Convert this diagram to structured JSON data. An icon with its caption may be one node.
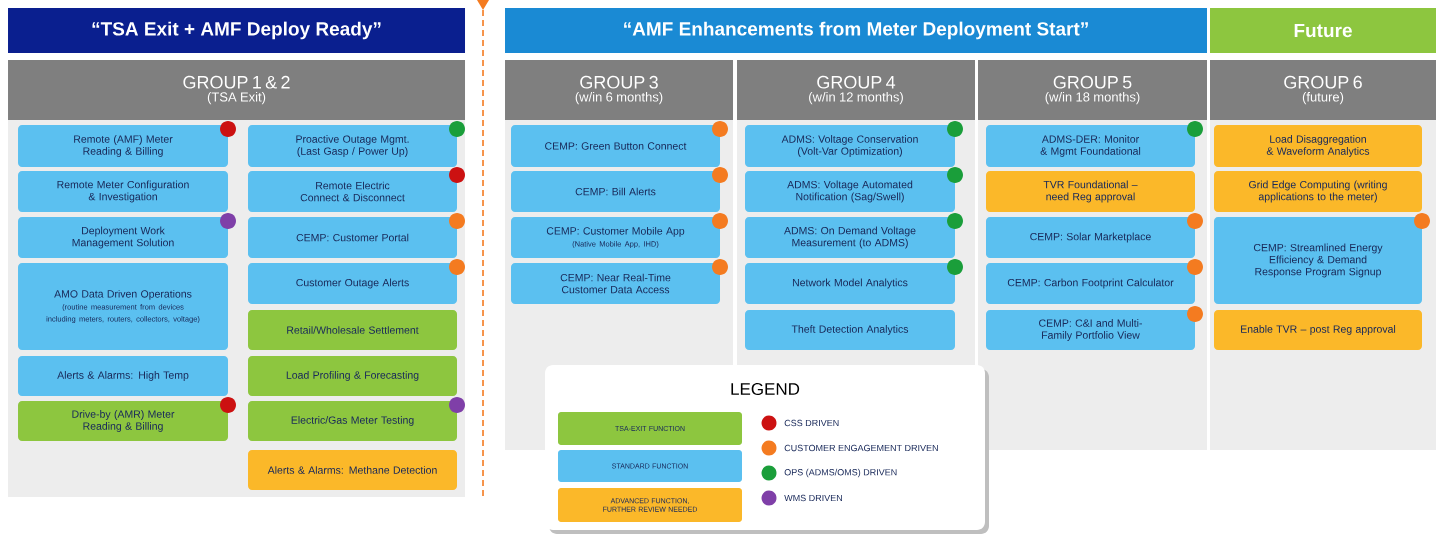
{
  "diagram": {
    "nodes": [
      {
        "text": [
          "“TSA Exit + AMF Deploy Ready”"
        ]
      },
      {
        "text": [
          "“AMF Enhancements from Meter Deployment Start”"
        ]
      },
      {
        "text": [
          "Future"
        ]
      },
      {
        "text": [
          "GROUP 1 & 2",
          "(TSA Exit)"
        ]
      },
      {
        "text": [
          "Remote (AMF) Meter Reading & Billing"
        ],
        "in": 3
      },
      {
        "text": [
          "Remote Meter Configuration & Investigation"
        ],
        "in": 3
      },
      {
        "text": [
          "Deployment Work Management Solution"
        ],
        "in": 3
      },
      {
        "text": [
          "AMO Data Driven Operations",
          "(routine measurement from devices including meters, routers, collectors, voltage)"
        ],
        "in": 3
      },
      {
        "text": [
          "Alerts & Alarms: High Temp"
        ],
        "in": 3
      },
      {
        "text": [
          "Drive-by (AMR) Meter Reading & Billing"
        ],
        "in": 3
      },
      {
        "text": [
          "Proactive Outage Mgmt. (Last Gasp / Power Up)"
        ],
        "in": 3
      },
      {
        "text": [
          "Remote Electric Connect & Disconnect"
        ],
        "in": 3
      },
      {
        "text": [
          "CEMP: Customer Portal"
        ],
        "in": 3
      },
      {
        "text": [
          "Customer Outage Alerts"
        ],
        "in": 3
      },
      {
        "text": [
          "Retail/Wholesale Settlement"
        ],
        "in": 3
      },
      {
        "text": [
          "Load Profiling & Forecasting"
        ],
        "in": 3
      },
      {
        "text": [
          "Electric/Gas Meter Testing"
        ],
        "in": 3
      },
      {
        "text": [
          "Alerts & Alarms: Methane Detection"
        ],
        "in": 3
      },
      {
        "text": [
          "GROUP 3",
          "(w/in 6 months)"
        ]
      },
      {
        "text": [
          "CEMP: Green Button Connect"
        ],
        "in": 18
      },
      {
        "text": [
          "CEMP: Bill Alerts"
        ],
        "in": 18
      },
      {
        "text": [
          "CEMP: Customer Mobile App",
          "(Native Mobile App, IHD)"
        ],
        "in": 18
      },
      {
        "text": [
          "CEMP: Near Real-Time Customer Data Access"
        ],
        "in": 18
      },
      {
        "text": [
          "GROUP 4",
          "(w/in 12 months)"
        ]
      },
      {
        "text": [
          "ADMS: Voltage Conservation (Volt-Var Optimization)"
        ],
        "in": 23
      },
      {
        "text": [
          "ADMS: Voltage Automated Notification (Sag/Swell)"
        ],
        "in": 23
      },
      {
        "text": [
          "ADMS: On Demand Voltage Measurement (to ADMS)"
        ],
        "in": 23
      },
      {
        "text": [
          "Network Model Analytics"
        ],
        "in": 23
      },
      {
        "text": [
          "Theft Detection Analytics"
        ],
        "in": 23
      },
      {
        "text": [
          "GROUP 5",
          "(w/in 18 months)"
        ]
      },
      {
        "text": [
          "ADMS-DER: Monitor & Mgmt Foundational"
        ],
        "in": 29
      },
      {
        "text": [
          "TVR Foundational – need Reg approval"
        ],
        "in": 29
      },
      {
        "text": [
          "CEMP: Solar Marketplace"
        ],
        "in": 29
      },
      {
        "text": [
          "CEMP: Carbon Footprint Calculator"
        ],
        "in": 29
      },
      {
        "text": [
          "CEMP: C&I and Multi-Family Portfolio View"
        ],
        "in": 29
      },
      {
        "text": [
          "GROUP 6",
          "(future)"
        ]
      },
      {
        "text": [
          "Load Disaggregation & Waveform Analytics"
        ],
        "in": 35
      },
      {
        "text": [
          "Grid Edge Computing (writing applications to the meter)"
        ],
        "in": 35
      },
      {
        "text": [
          "CEMP: Streamlined Energy Efficiency & Demand Response Program Signup"
        ],
        "in": 35
      },
      {
        "text": [
          "Enable TVR – post Reg approval"
        ],
        "in": 35
      }
    ],
    "labels": [
      "LEGEND"
    ],
    "legend": [
      {
        "text": "TSA-EXIT FUNCTION",
        "color": "#8dc63f"
      },
      {
        "text": "STANDARD FUNCTION",
        "color": "#5bc0f0"
      },
      {
        "text": "ADVANCED FUNCTION, FURTHER REVIEW NEEDED",
        "color": "#fbb829"
      },
      {
        "text": "CSS DRIVEN",
        "color": "#cc1111"
      },
      {
        "text": "CUSTOMER ENGAGEMENT DRIVEN",
        "color": "#f47b20"
      },
      {
        "text": "OPS (ADMS/OMS) DRIVEN",
        "color": "#1a9e3a"
      },
      {
        "text": "WMS DRIVEN",
        "color": "#7f3fa8"
      }
    ]
  }
}
